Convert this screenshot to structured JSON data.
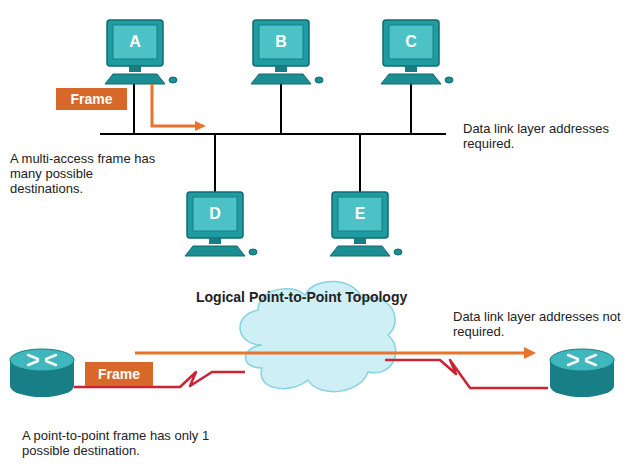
{
  "diagram": {
    "nodes": [
      {
        "text": [
          "A"
        ]
      },
      {
        "text": [
          "B"
        ]
      },
      {
        "text": [
          "C"
        ]
      },
      {
        "text": [
          "D"
        ]
      },
      {
        "text": [
          "E"
        ]
      },
      {
        "text": [
          "Frame"
        ]
      },
      {
        "text": [
          "Frame"
        ]
      }
    ],
    "labels": [
      "A multi-access frame has many possible destinations.",
      "Data link layer addresses required.",
      "Logical Point-to-Point Topology",
      "Data link layer addresses not required.",
      "A point-to-point frame has only 1 possible destination."
    ]
  }
}
